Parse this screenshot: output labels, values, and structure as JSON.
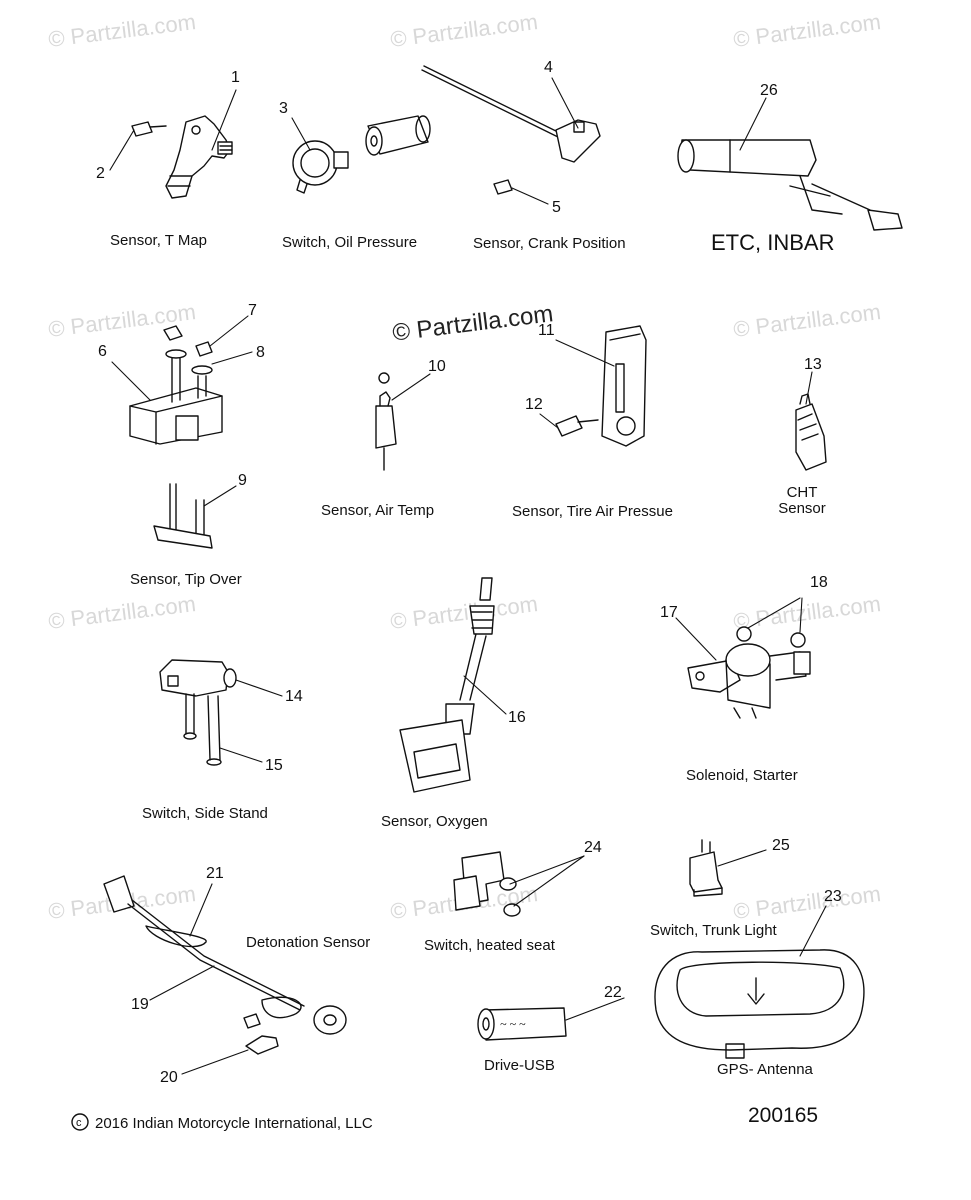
{
  "watermark": "© Partzilla.com",
  "watermark_center": "© Partzilla.com",
  "captions": {
    "t_map": "Sensor, T Map",
    "oil_pressure": "Switch, Oil Pressure",
    "crank_position": "Sensor, Crank Position",
    "etc_inbar": "ETC, INBAR",
    "tip_over": "Sensor, Tip Over",
    "air_temp": "Sensor, Air Temp",
    "tire_air": "Sensor, Tire Air Pressue",
    "cht_line1": "CHT",
    "cht_line2": "Sensor",
    "side_stand": "Switch, Side Stand",
    "oxygen": "Sensor, Oxygen",
    "solenoid": "Solenoid, Starter",
    "detonation": "Detonation Sensor",
    "heated_seat": "Switch, heated seat",
    "trunk_light": "Switch, Trunk Light",
    "drive_usb": "Drive-USB",
    "gps": "GPS- Antenna"
  },
  "callouts": {
    "n1": "1",
    "n2": "2",
    "n3": "3",
    "n4": "4",
    "n5": "5",
    "n6": "6",
    "n7": "7",
    "n8": "8",
    "n9": "9",
    "n10": "10",
    "n11": "11",
    "n12": "12",
    "n13": "13",
    "n14": "14",
    "n15": "15",
    "n16": "16",
    "n17": "17",
    "n18": "18",
    "n19": "19",
    "n20": "20",
    "n21": "21",
    "n22": "22",
    "n23": "23",
    "n24": "24",
    "n25": "25",
    "n26": "26"
  },
  "footer": {
    "copyright": "2016 Indian Motorcycle International, LLC",
    "diagram_id": "200165"
  }
}
